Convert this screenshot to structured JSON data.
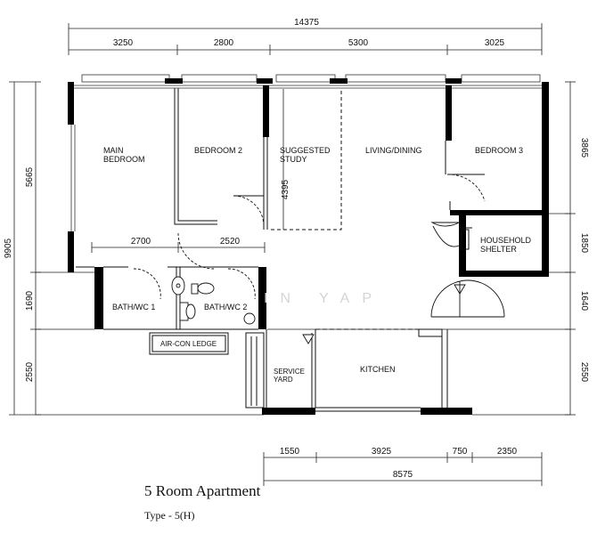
{
  "dimensions": {
    "top_total": "14375",
    "top": [
      "3250",
      "2800",
      "5300",
      "3025"
    ],
    "left_total": "9905",
    "left": [
      "5665",
      "1690",
      "2550"
    ],
    "right": [
      "3865",
      "1850",
      "1640",
      "2550"
    ],
    "bottom": [
      "1550",
      "3925",
      "750",
      "2350"
    ],
    "bottom_total": "8575",
    "study": "4395",
    "inner": [
      "2700",
      "2520"
    ]
  },
  "rooms": {
    "main_bedroom": [
      "MAIN",
      "BEDROOM"
    ],
    "bedroom2": "BEDROOM 2",
    "study": [
      "SUGGESTED",
      "STUDY"
    ],
    "living": "LIVING/DINING",
    "bedroom3": "BEDROOM 3",
    "shelter": [
      "HOUSEHOLD",
      "SHELTER"
    ],
    "bath1": "BATH/WC 1",
    "bath2": "BATH/WC 2",
    "aircon": "AIR-CON LEDGE",
    "service": [
      "SERVICE",
      "YARD"
    ],
    "kitchen": "KITCHEN"
  },
  "watermark": "IN  YAP",
  "title": "5 Room Apartment",
  "subtitle": "Type - 5(H)"
}
